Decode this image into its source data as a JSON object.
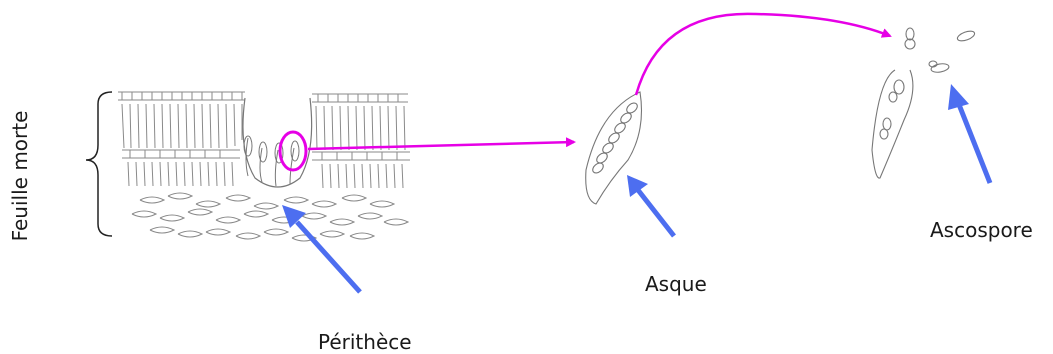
{
  "labels": {
    "leaf": "Feuille morte",
    "perithecium": "Périthèce",
    "ascus": "Asque",
    "ascospore": "Ascospore"
  },
  "colors": {
    "pointer_arrow": "#4d6ef0",
    "flow_arrow": "#e600e6",
    "sketch": "#8a8a8a"
  }
}
